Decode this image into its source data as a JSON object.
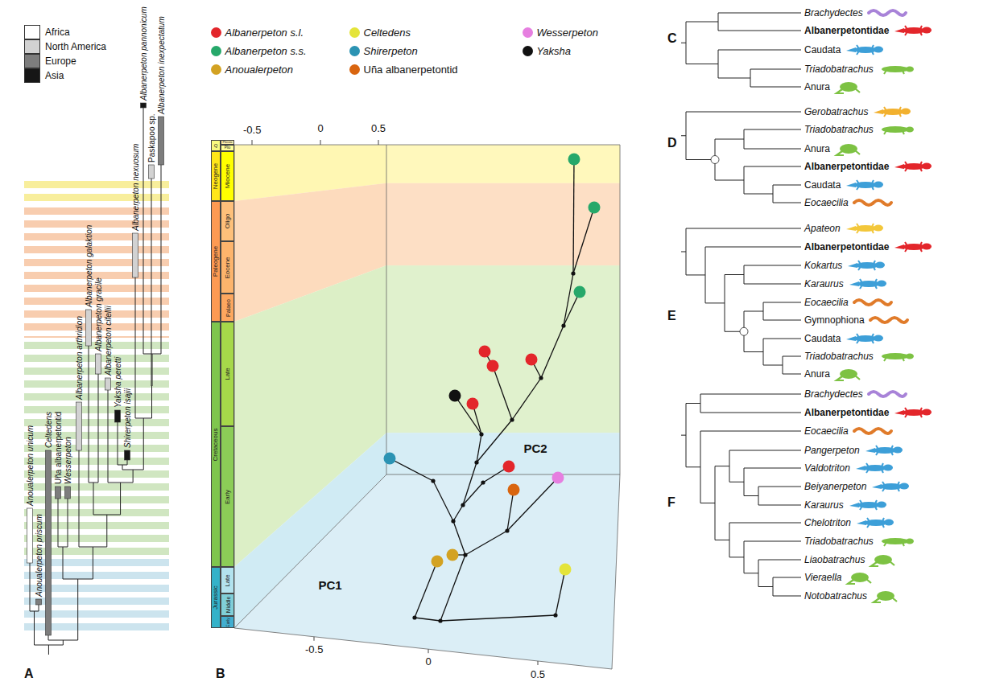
{
  "diagram": {
    "nodes": [
      {
        "text": [
          "Q"
        ]
      },
      {
        "text": [
          "Pleisto"
        ]
      },
      {
        "text": [
          "Plio"
        ]
      },
      {
        "text": [
          "Neogene"
        ]
      },
      {
        "text": [
          "Miocene"
        ]
      },
      {
        "text": [
          "Paleogene"
        ]
      },
      {
        "text": [
          "Oligo"
        ]
      },
      {
        "text": [
          "Eocene"
        ]
      },
      {
        "text": [
          "Palaeo"
        ]
      },
      {
        "text": [
          "Cretaceous"
        ]
      },
      {
        "text": [
          "Late"
        ]
      },
      {
        "text": [
          "Early"
        ]
      },
      {
        "text": [
          "Jurassic"
        ]
      },
      {
        "text": [
          "Late"
        ]
      },
      {
        "text": [
          "Middle"
        ]
      },
      {
        "text": [
          "Early"
        ]
      }
    ],
    "labels": [
      "A",
      "B",
      "C",
      "D",
      "E",
      "F",
      "Anoualerpeton unicum",
      "Anoualerpeton priscum",
      "Celtedens",
      "Uña albanerpetontid",
      "Wesserpeton",
      "Albanerpeton arthridion",
      "Albanerpeton galaktion",
      "Albanerpeton gracile",
      "Albanerpeton cifellii",
      "Yaksha peretti",
      "Shirerpeton isajii",
      "Albanerpeton nexuosum",
      "Paskapoo sp.",
      "Albanerpeton pannonicum",
      "Albanerpeton inexpectatum",
      "-0.5",
      "0",
      "0.5",
      "-0.5",
      "0",
      "0.5",
      "PC1",
      "PC2",
      "Brachydectes",
      "Albanerpetontidae",
      "Caudata",
      "Triadobatrachus",
      "Anura",
      "Gerobatrachus",
      "Triadobatrachus",
      "Anura",
      "Albanerpetontidae",
      "Caudata",
      "Eocaecilia",
      "Apateon",
      "Albanerpetontidae",
      "Kokartus",
      "Karaurus",
      "Eocaecilia",
      "Gymnophiona",
      "Caudata",
      "Triadobatrachus",
      "Anura",
      "Brachydectes",
      "Albanerpetontidae",
      "Eocaecilia",
      "Pangerpeton",
      "Valdotriton",
      "Beiyanerpeton",
      "Karaurus",
      "Chelotriton",
      "Triadobatrachus",
      "Liaobatrachus",
      "Vieraella",
      "Notobatrachus"
    ],
    "legend": [
      {
        "text": "Africa",
        "color": "#ffffff"
      },
      {
        "text": "North America",
        "color": "#d2d2d2"
      },
      {
        "text": "Europe",
        "color": "#7d7d7d"
      },
      {
        "text": "Asia",
        "color": "#161616"
      },
      {
        "text": "Albanerpeton s.l.",
        "color": "#e3262b"
      },
      {
        "text": "Celtedens",
        "color": "#e4e43a"
      },
      {
        "text": "Wesserpeton",
        "color": "#e67fe0"
      },
      {
        "text": "Albanerpeton s.s.",
        "color": "#26a86a"
      },
      {
        "text": "Shirerpeton",
        "color": "#2b93b3"
      },
      {
        "text": "Yaksha",
        "color": "#111111"
      },
      {
        "text": "Anoualerpeton",
        "color": "#d3a222"
      },
      {
        "text": "Uña albanerpetontid",
        "color": "#d9650f"
      }
    ]
  }
}
